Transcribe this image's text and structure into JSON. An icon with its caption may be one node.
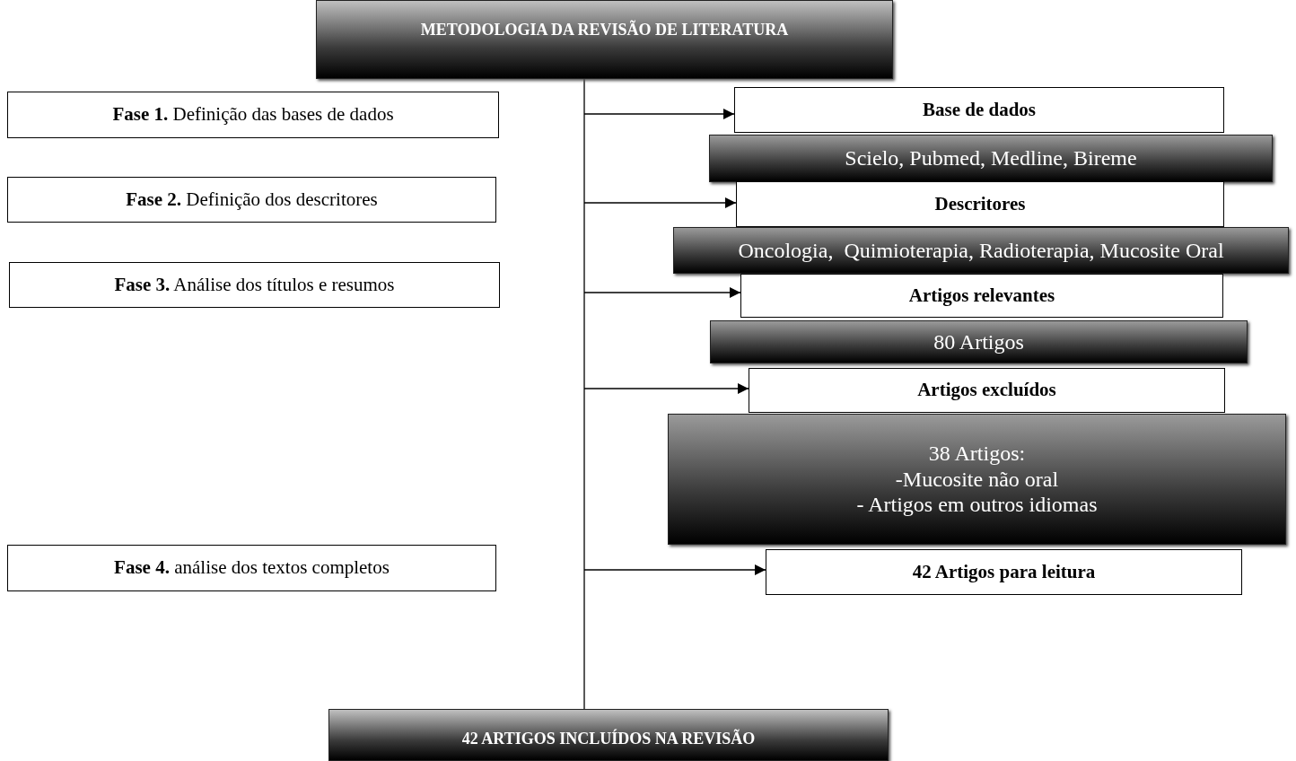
{
  "diagram": {
    "nodes": [
      {
        "text": [
          "METODOLOGIA DA REVISÃO DE LITERATURA"
        ]
      },
      {
        "text": [
          "**Fase 1.** Definição das bases de dados"
        ]
      },
      {
        "text": [
          "Base de dados"
        ]
      },
      {
        "text": [
          "Scielo, Pubmed, Medline, Bireme"
        ]
      },
      {
        "text": [
          "**Fase 2.** Definição dos descritores"
        ]
      },
      {
        "text": [
          "Descritores"
        ]
      },
      {
        "text": [
          "Oncologia,  Quimioterapia, Radioterapia, Mucosite Oral"
        ]
      },
      {
        "text": [
          "**Fase 3.** Análise dos títulos e resumos"
        ]
      },
      {
        "text": [
          "Artigos relevantes"
        ]
      },
      {
        "text": [
          "80 Artigos"
        ]
      },
      {
        "text": [
          "Artigos excluídos"
        ]
      },
      {
        "text": [
          "38 Artigos:",
          "-Mucosite não oral",
          "- Artigos em outros idiomas"
        ]
      },
      {
        "text": [
          "**Fase 4.** análise dos textos completos"
        ]
      },
      {
        "text": [
          "42 Artigos para leitura"
        ]
      },
      {
        "text": [
          "42 ARTIGOS INCLUÍDOS NA REVISÃO"
        ]
      }
    ],
    "edges": [
      {
        "from": 0,
        "to": 14,
        "arrow": "none"
      },
      {
        "from": null,
        "to": 2,
        "arrow": "to"
      },
      {
        "from": null,
        "to": 5,
        "arrow": "to"
      },
      {
        "from": null,
        "to": 8,
        "arrow": "to"
      },
      {
        "from": null,
        "to": 10,
        "arrow": "to"
      },
      {
        "from": null,
        "to": 13,
        "arrow": "to"
      }
    ]
  }
}
